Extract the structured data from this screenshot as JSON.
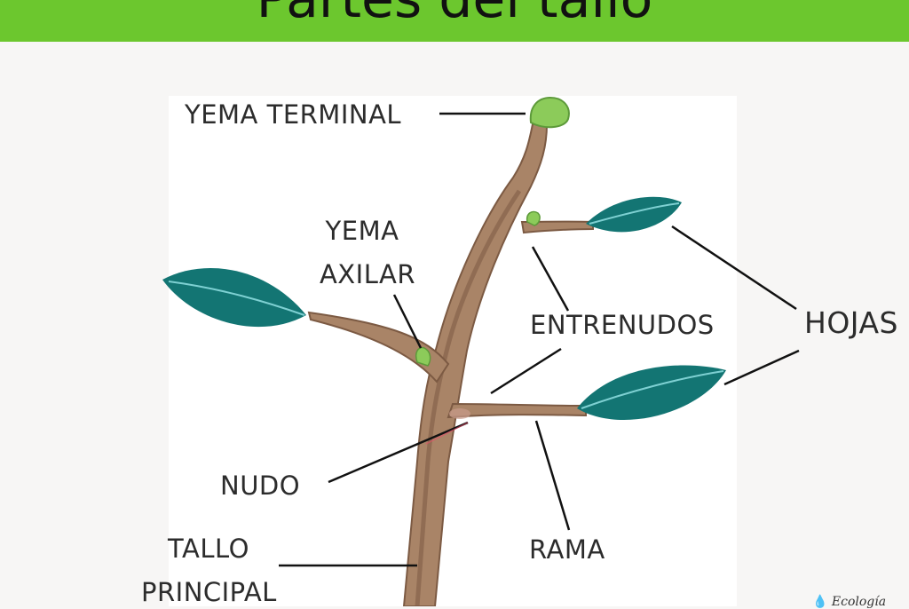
{
  "title": "Partes del tallo",
  "labels": {
    "yema_terminal": "YEMA TERMINAL",
    "yema_axilar_line1": "YEMA",
    "yema_axilar_line2": "AXILAR",
    "entrenudos": "ENTRENUDOS",
    "hojas": "HOJAS",
    "nudo": "NUDO",
    "rama": "RAMA",
    "tallo_principal_line1": "TALLO",
    "tallo_principal_line2": "PRINCIPAL"
  },
  "logo_text": "Ecología",
  "colors": {
    "banner": "#6cc72e",
    "stem": "#a98467",
    "stem_dark": "#7c5a43",
    "leaf": "#137573",
    "bud": "#8ccb5a",
    "leader": "#111111"
  }
}
